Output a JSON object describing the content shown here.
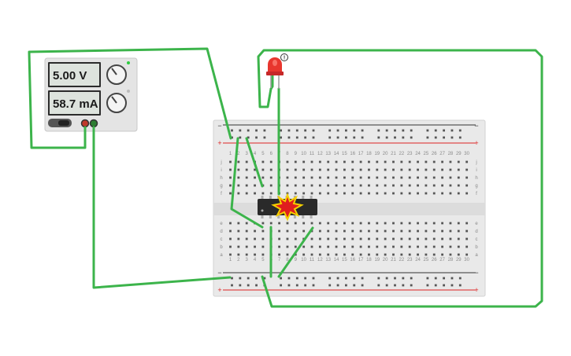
{
  "power_supply": {
    "voltage": "5.00 V",
    "current": "58.7 mA"
  },
  "breadboard": {
    "columns": 30,
    "top_rows": [
      "j",
      "i",
      "h",
      "g",
      "f"
    ],
    "bottom_rows": [
      "e",
      "d",
      "c",
      "b",
      "a"
    ],
    "rail_minus": "−",
    "rail_plus": "+"
  },
  "chip": {
    "status": "overloaded"
  },
  "led": {
    "color": "red",
    "warning_badge": "!"
  },
  "colors": {
    "wire": "#3cb44b",
    "rail_red": "#d22",
    "rail_dark": "#333",
    "board": "#e9e9e9"
  }
}
